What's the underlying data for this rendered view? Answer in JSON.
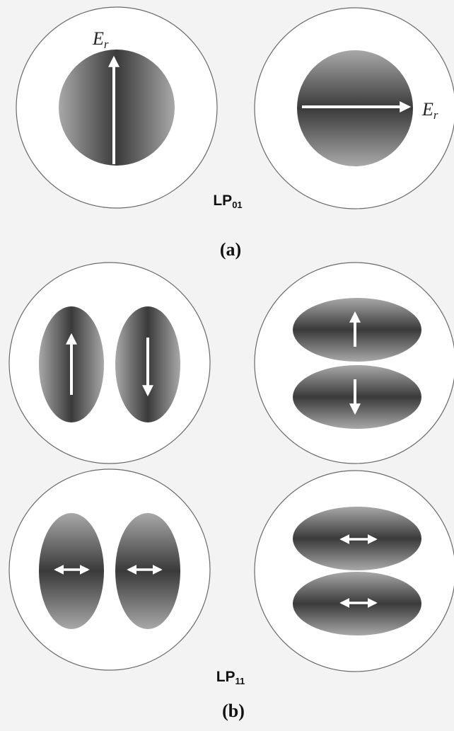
{
  "panel_a": {
    "mode_name": "LP",
    "mode_sub": "01",
    "label": "(a)",
    "field_symbol": "E",
    "field_sub": "r"
  },
  "panel_b": {
    "mode_name": "LP",
    "mode_sub": "11",
    "label": "(b)"
  },
  "colors": {
    "background": "#f3f3f3",
    "fiber_outline": "#6a6a6a",
    "lobe_dark": "#3a3a3a",
    "lobe_light": "#a8a8a8",
    "arrow": "#ffffff"
  },
  "icons": {
    "field_vector": "arrow-icon",
    "horizontal_double_arrow": "double-arrow-icon"
  }
}
